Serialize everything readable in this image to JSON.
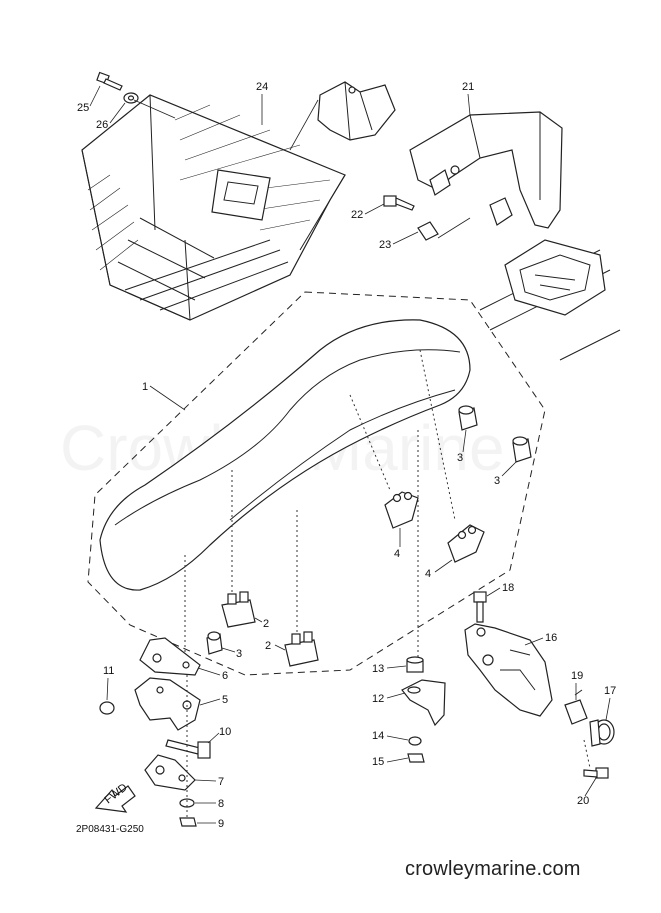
{
  "watermark": "Crowley Marine",
  "diagram_code": "2P08431-G250",
  "website": "crowleymarine.com",
  "fwd_label": "FWD",
  "callouts": [
    "25",
    "26",
    "24",
    "21",
    "22",
    "23",
    "1",
    "3",
    "3",
    "4",
    "4",
    "2",
    "2",
    "3",
    "6",
    "5",
    "11",
    "10",
    "7",
    "8",
    "9",
    "18",
    "16",
    "13",
    "12",
    "14",
    "15",
    "19",
    "17",
    "20"
  ]
}
